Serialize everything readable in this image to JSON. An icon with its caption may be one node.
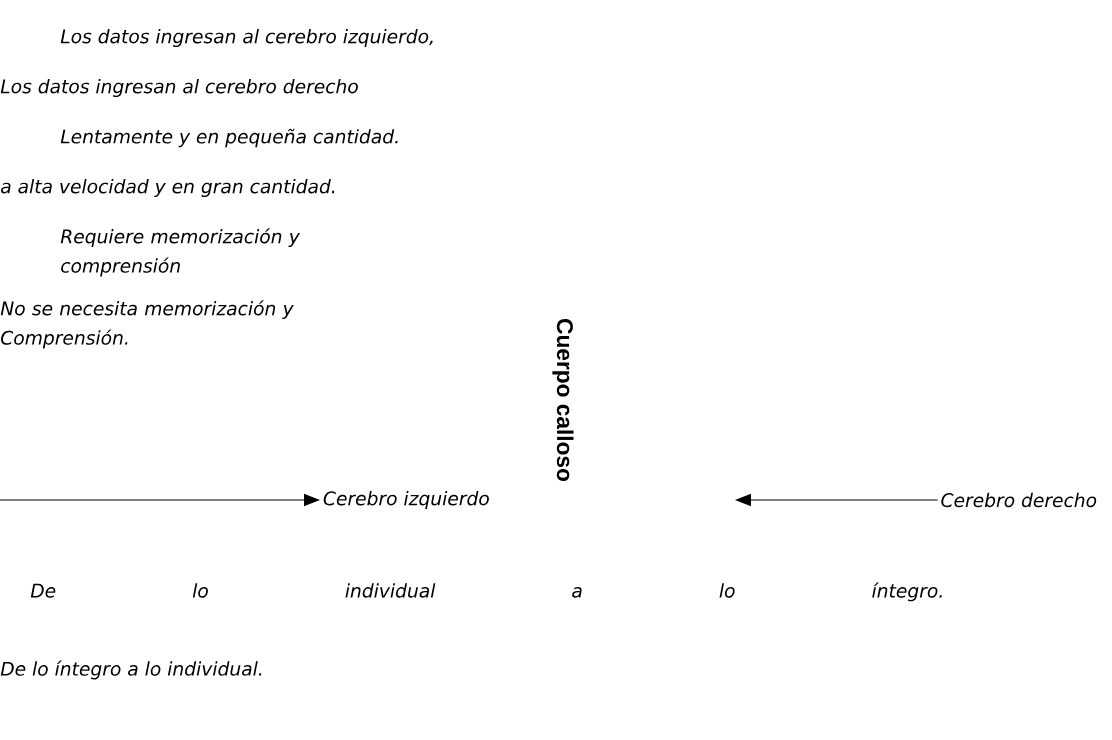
{
  "diagram": {
    "nodes": [
      {
        "text": [
          "Cerebro izquierdo"
        ]
      },
      {
        "text": [
          "Cerebro derecho"
        ]
      }
    ],
    "edges": [
      {
        "from": null,
        "to": 0,
        "arrow": "to"
      },
      {
        "from": 1,
        "to": null,
        "arrow": "to"
      }
    ],
    "labels": [
      "Los datos ingresan al cerebro izquierdo,",
      "Los datos ingresan al cerebro derecho",
      "Lentamente y en pequeña cantidad.",
      "a alta velocidad y en gran cantidad.",
      "Requiere memorización y comprensión",
      "No se necesita memorización y Comprensión.",
      "Cuerpo calloso",
      "De lo individual a lo íntegro.",
      "De lo íntegro a lo individual."
    ]
  }
}
